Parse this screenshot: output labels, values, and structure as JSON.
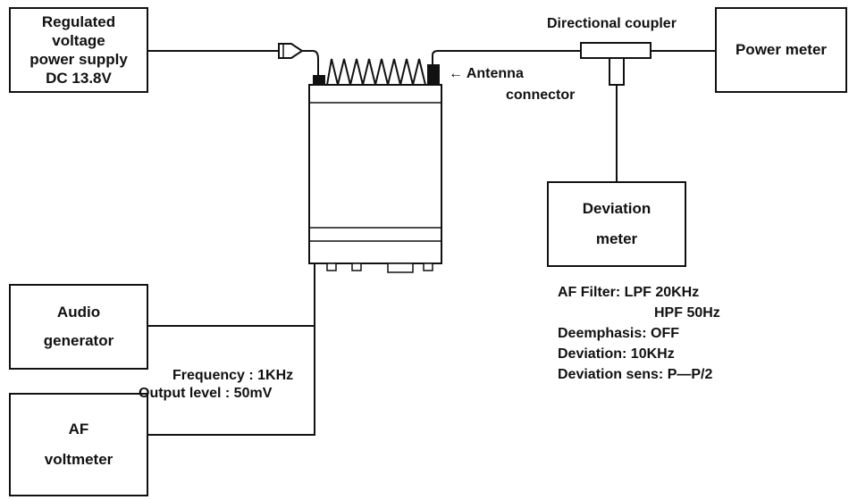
{
  "boxes": {
    "power_supply": [
      "Regulated",
      "voltage",
      "power supply",
      "DC 13.8V"
    ],
    "power_meter": "Power meter",
    "deviation_meter": [
      "Deviation",
      "meter"
    ],
    "audio_generator": [
      "Audio",
      "generator"
    ],
    "af_voltmeter": [
      "AF",
      "voltmeter"
    ]
  },
  "labels": {
    "directional_coupler": "Directional coupler",
    "antenna_connector_line1": "← Antenna",
    "antenna_connector_line2": "connector",
    "frequency": "Frequency : 1KHz",
    "output_level": "Output level : 50mV"
  },
  "settings": {
    "af_filter": "AF Filter:   LPF 20KHz",
    "hpf": "HPF 50Hz",
    "deemphasis": "Deemphasis:  OFF",
    "deviation": "Deviation:  10KHz",
    "deviation_sens": "Deviation sens:  P—P/2"
  }
}
